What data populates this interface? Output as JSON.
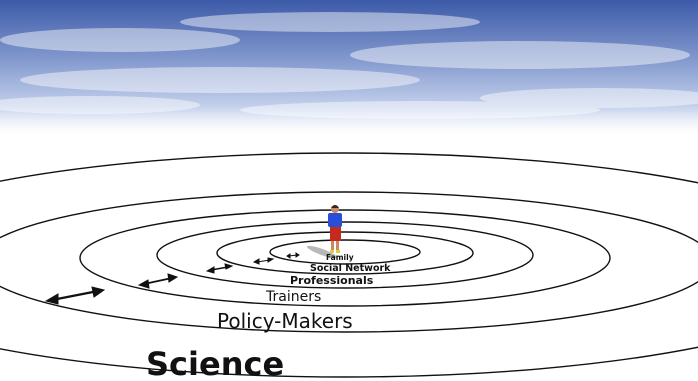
{
  "scene": {
    "sky_colors": [
      "#3c5aa8",
      "#7f96cc",
      "#c9d5ee",
      "#ffffff"
    ],
    "ring_color": "#111111",
    "person_colors": {
      "shirt": "#2a4ed8",
      "shorts": "#c62a1c",
      "skin": "#c98a63",
      "shoes": "#d7d43a"
    }
  },
  "diagram": {
    "labels": {
      "family": "Family",
      "social_network": "Social Network",
      "professionals": "Professionals",
      "trainers": "Trainers",
      "policy_makers": "Policy-Makers",
      "science": "Science"
    }
  }
}
